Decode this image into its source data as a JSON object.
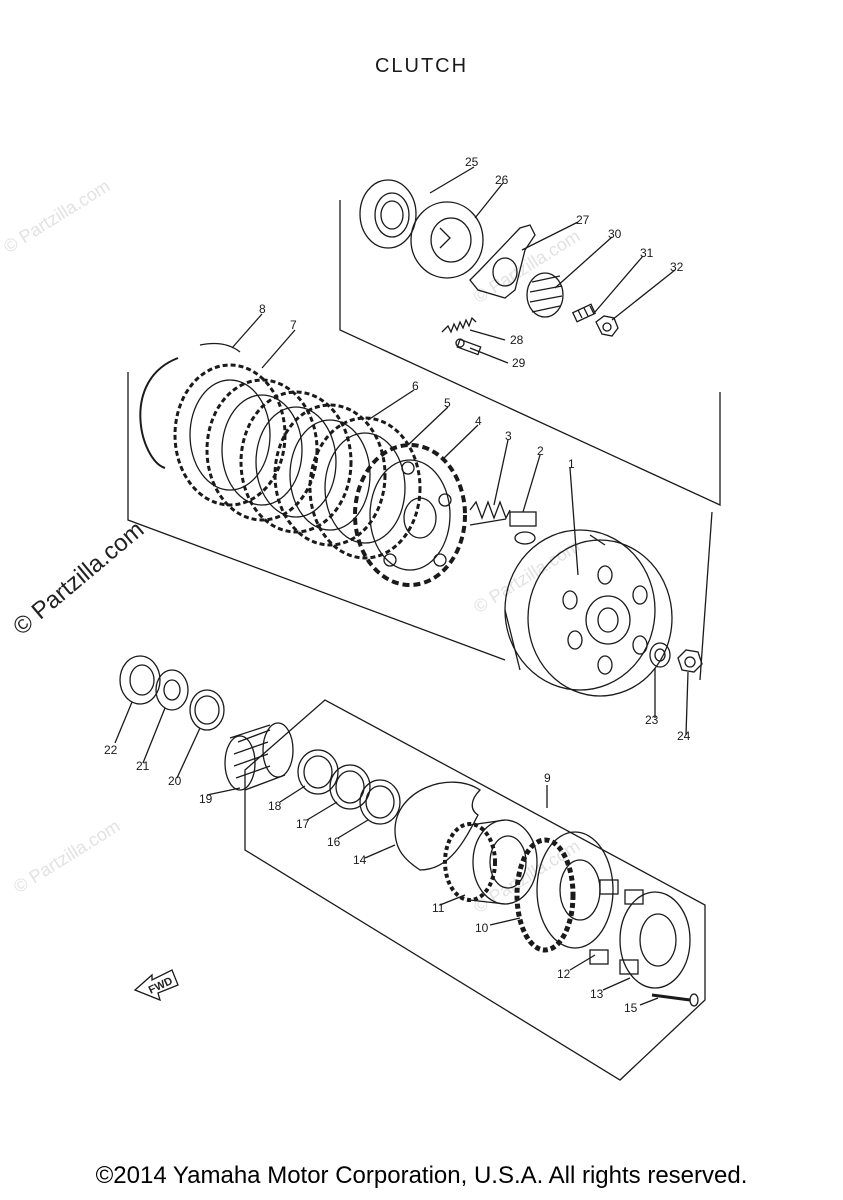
{
  "title": "CLUTCH",
  "footer": "©2014 Yamaha Motor Corporation, U.S.A. All rights reserved.",
  "watermark": "© Partzilla.com",
  "fwd_label": "FWD",
  "callouts": [
    "1",
    "2",
    "3",
    "4",
    "5",
    "6",
    "7",
    "8",
    "9",
    "10",
    "11",
    "12",
    "13",
    "14",
    "15",
    "16",
    "17",
    "18",
    "19",
    "20",
    "21",
    "22",
    "23",
    "24",
    "25",
    "26",
    "27",
    "28",
    "29",
    "30",
    "31",
    "32"
  ]
}
